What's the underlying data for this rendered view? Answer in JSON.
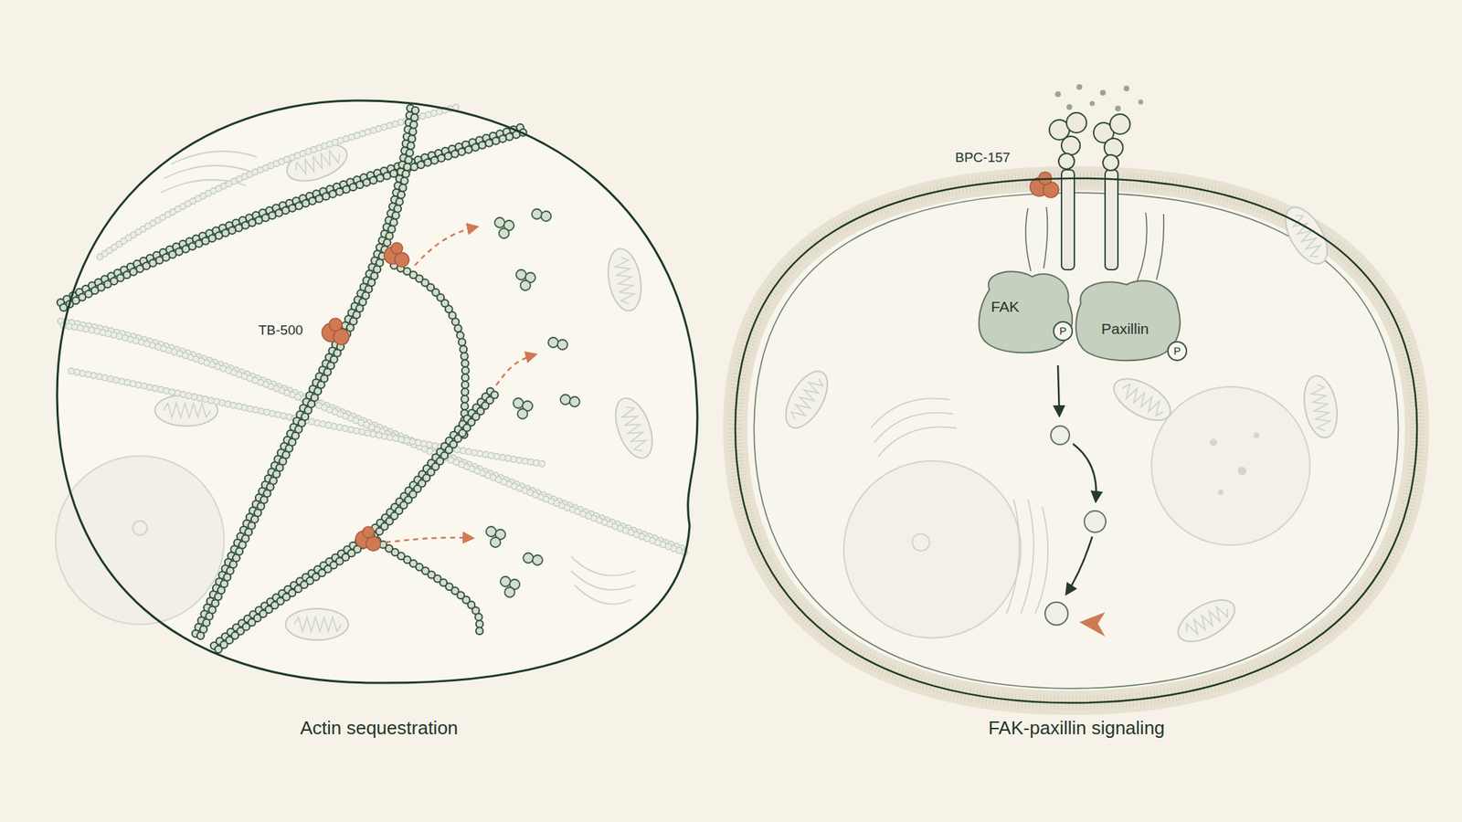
{
  "diagram": {
    "nodes": [
      {
        "text": [
          "Actin sequestration"
        ]
      },
      {
        "text": [
          "FAK-paxillin signaling"
        ]
      },
      {
        "text": [
          "FAK"
        ],
        "in": 1
      },
      {
        "text": [
          "P"
        ],
        "in": 2
      },
      {
        "text": [
          "Paxillin"
        ],
        "in": 1
      },
      {
        "text": [
          "P"
        ],
        "in": 4
      }
    ],
    "labels": [
      "TB-500",
      "BPC-157"
    ]
  }
}
